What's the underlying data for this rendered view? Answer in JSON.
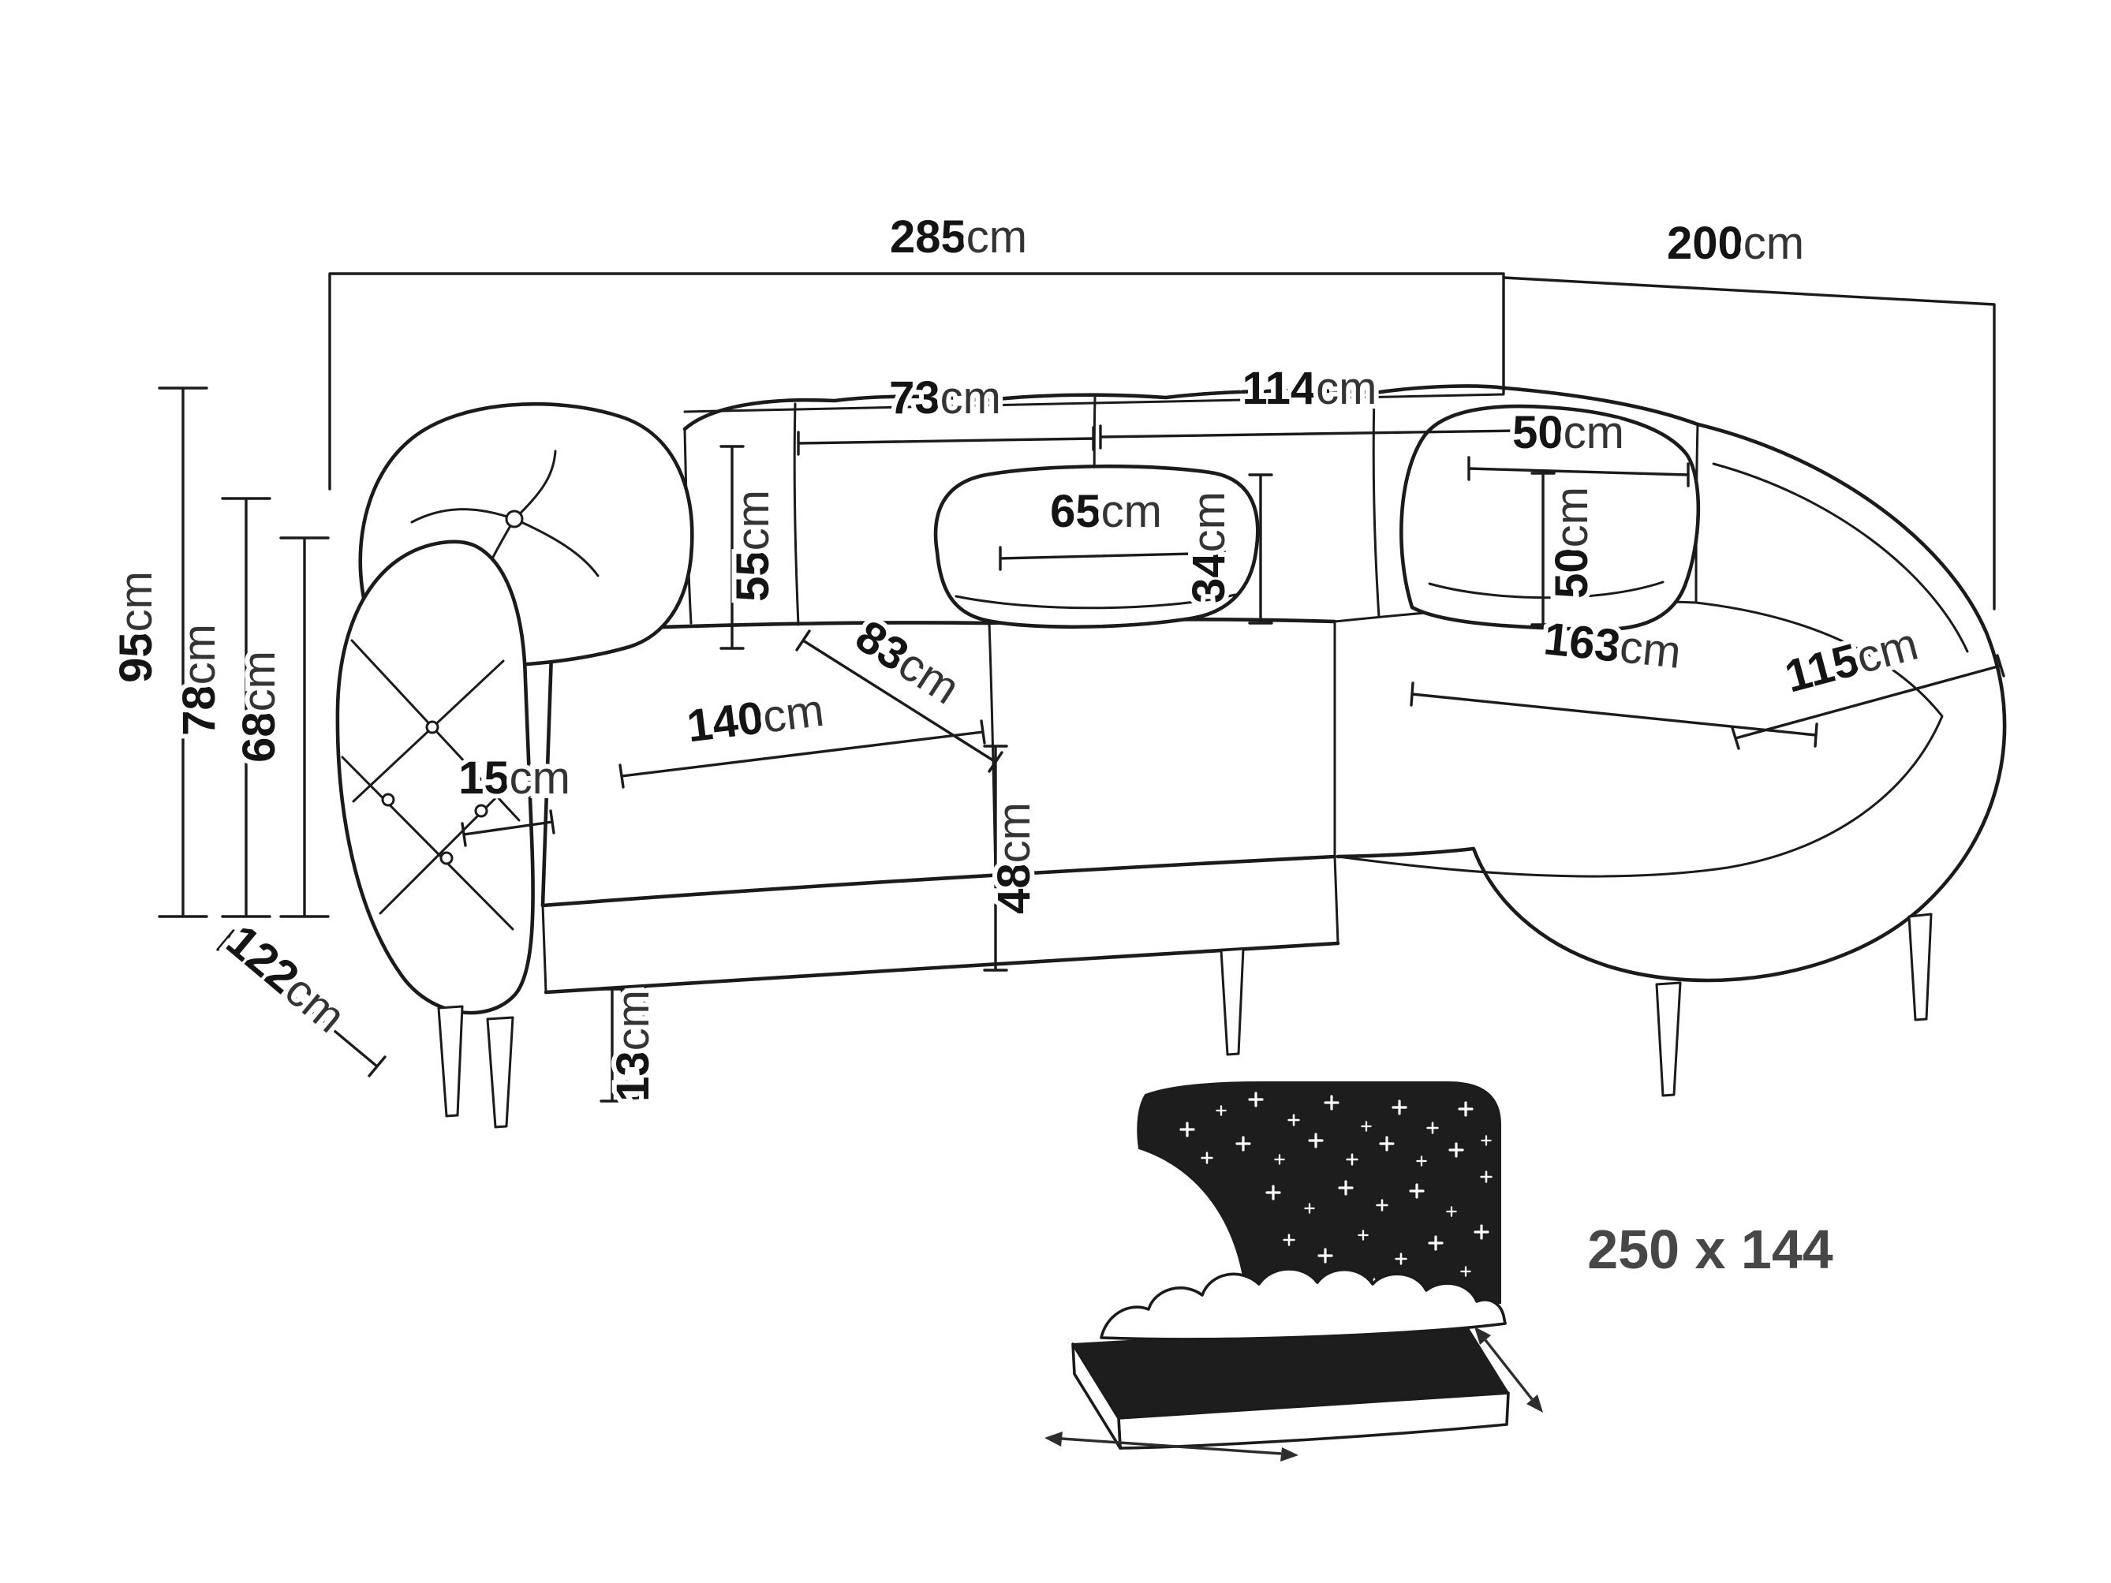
{
  "diagram": {
    "type": "corner-sofa-dimension-drawing",
    "background": "#ffffff",
    "line_color": "#1b1b1b",
    "label_number_color": "#141414",
    "label_unit_color": "#343434"
  },
  "dims": {
    "total_width": {
      "num": "285",
      "unit": "cm"
    },
    "right_depth": {
      "num": "200",
      "unit": "cm"
    },
    "overall_height": {
      "num": "95",
      "unit": "cm"
    },
    "arm_height": {
      "num": "78",
      "unit": "cm"
    },
    "seat_back_height": {
      "num": "68",
      "unit": "cm"
    },
    "left_depth": {
      "num": "122",
      "unit": "cm"
    },
    "back_left_width": {
      "num": "73",
      "unit": "cm"
    },
    "back_right_width": {
      "num": "114",
      "unit": "cm"
    },
    "corner_pillow_width": {
      "num": "50",
      "unit": "cm"
    },
    "corner_pillow_height": {
      "num": "50",
      "unit": "cm"
    },
    "backrest_height": {
      "num": "55",
      "unit": "cm"
    },
    "lumbar_pillow_width": {
      "num": "65",
      "unit": "cm"
    },
    "lumbar_pillow_height": {
      "num": "34",
      "unit": "cm"
    },
    "chaise_length": {
      "num": "163",
      "unit": "cm"
    },
    "chaise_width": {
      "num": "115",
      "unit": "cm"
    },
    "seat_depth": {
      "num": "83",
      "unit": "cm"
    },
    "seat_width": {
      "num": "140",
      "unit": "cm"
    },
    "armrest_width": {
      "num": "15",
      "unit": "cm"
    },
    "seat_height": {
      "num": "48",
      "unit": "cm"
    },
    "leg_height": {
      "num": "13",
      "unit": "cm"
    }
  },
  "sleeping_area": {
    "label": "250 x 144"
  }
}
